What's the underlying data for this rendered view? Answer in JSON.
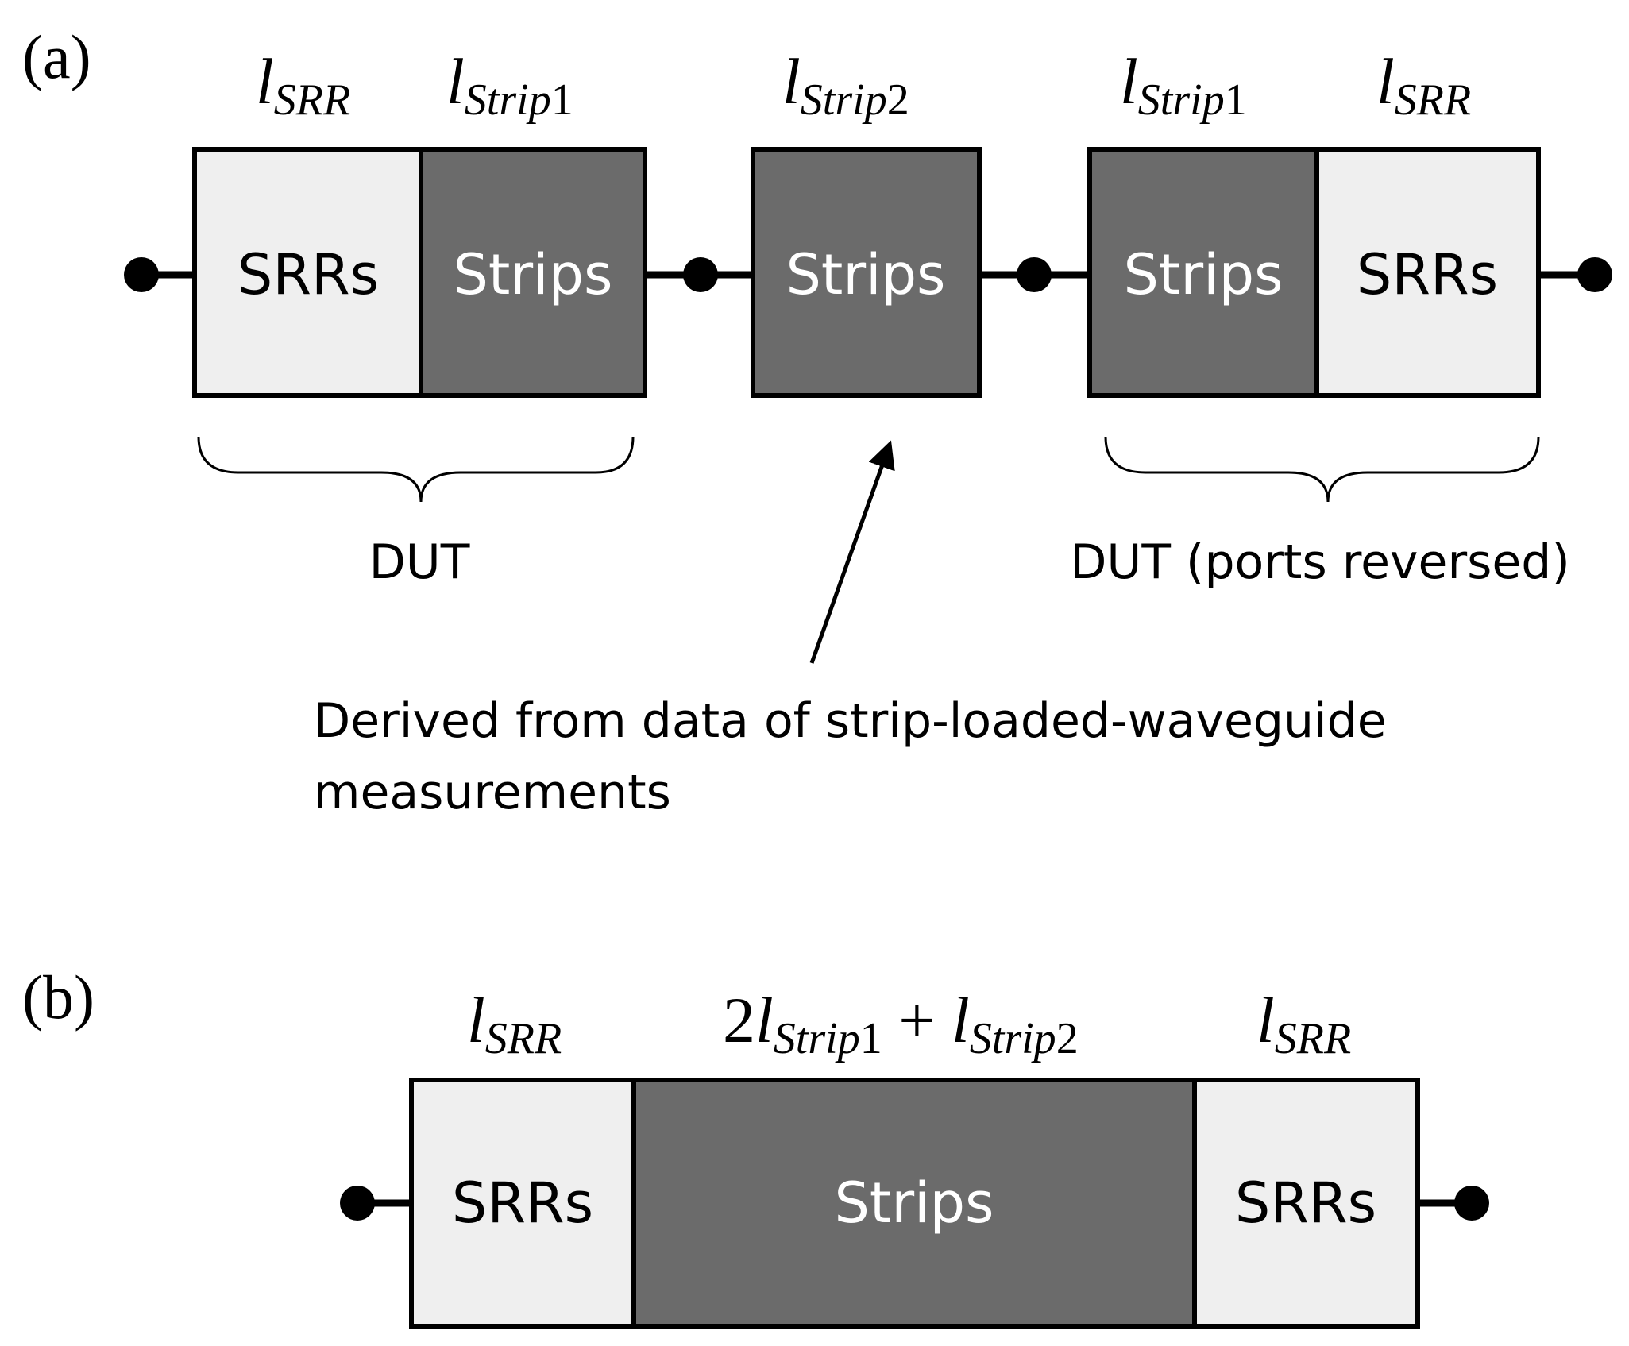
{
  "colors": {
    "srr_fill": "#efefef",
    "strip_fill": "#6b6b6b",
    "outline": "#000000",
    "text_dark": "#000000",
    "text_light": "#ffffff"
  },
  "panel_a": {
    "label": "(a)",
    "length_labels": {
      "srr_left": {
        "base": "l",
        "sub": "SRR",
        "sub_num": ""
      },
      "strip1_left": {
        "base": "l",
        "sub": "Strip",
        "sub_num": "1"
      },
      "strip2": {
        "base": "l",
        "sub": "Strip",
        "sub_num": "2"
      },
      "strip1_right": {
        "base": "l",
        "sub": "Strip",
        "sub_num": "1"
      },
      "srr_right": {
        "base": "l",
        "sub": "SRR",
        "sub_num": ""
      }
    },
    "blocks": {
      "srr_left": "SRRs",
      "strip1_left": "Strips",
      "strip2": "Strips",
      "strip1_right": "Strips",
      "srr_right": "SRRs"
    },
    "brace_labels": {
      "left": "DUT",
      "right": "DUT (ports reversed)"
    },
    "note": {
      "line1": "Derived from data of strip-loaded-waveguide",
      "line2": "measurements"
    }
  },
  "panel_b": {
    "label": "(b)",
    "length_labels": {
      "srr_left": {
        "base": "l",
        "sub": "SRR"
      },
      "middle": {
        "coef": "2",
        "base1": "l",
        "sub1": "Strip",
        "num1": "1",
        "plus": " + ",
        "base2": "l",
        "sub2": "Strip",
        "num2": "2"
      },
      "srr_right": {
        "base": "l",
        "sub": "SRR"
      }
    },
    "blocks": {
      "srr_left": "SRRs",
      "strips": "Strips",
      "srr_right": "SRRs"
    }
  }
}
